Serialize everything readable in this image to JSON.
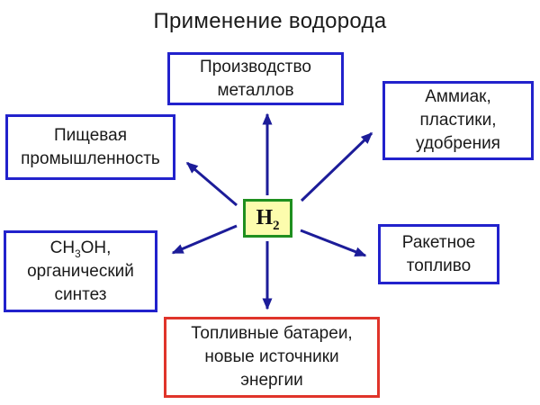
{
  "title": "Применение водорода",
  "center_node": {
    "element": "H",
    "subscript": "2"
  },
  "nodes": {
    "metals": {
      "lines": [
        "Производство",
        "металлов"
      ]
    },
    "ammonia": {
      "lines": [
        "Аммиак,",
        "пластики,",
        "удобрения"
      ]
    },
    "food": {
      "lines": [
        "Пищевая",
        "промышленность"
      ]
    },
    "methanol": {
      "line1_prefix": "CH",
      "line1_sub": "3",
      "line1_suffix": "OH,",
      "lines": [
        "органический",
        "синтез"
      ]
    },
    "rocket": {
      "lines": [
        "Ракетное",
        "топливо"
      ]
    },
    "fuel_cells": {
      "lines": [
        "Топливные батареи,",
        "новые источники",
        "энергии"
      ]
    }
  },
  "colors": {
    "box_border_blue": "#2222cc",
    "box_border_red": "#e0342a",
    "center_border_green": "#1f8f1f",
    "center_fill_yellow": "#fcfcad",
    "arrow_navy": "#1c1c99",
    "text": "#1a1a1a",
    "background": "#ffffff"
  }
}
